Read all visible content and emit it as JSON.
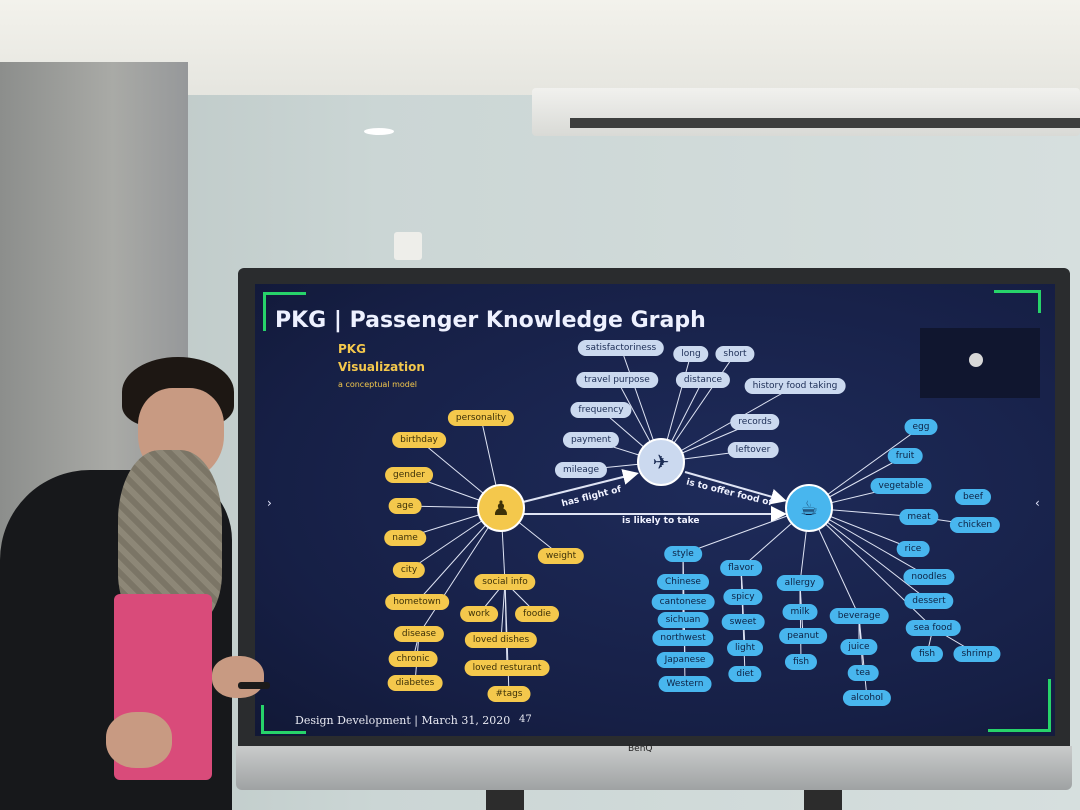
{
  "slide": {
    "title": "PKG | Passenger Knowledge Graph",
    "subtitle_line1": "PKG",
    "subtitle_line2": "Visualization",
    "subtitle_line3": "a conceptual model",
    "footer": "Design Development  |  March 31, 2020",
    "page_number": "47",
    "nav_prev": "‹",
    "nav_next": "‹"
  },
  "edge_labels": {
    "has_flight_of": "has flight of",
    "is_to_offer_food_of": "is to offer food of",
    "is_likely_to_take": "is likely to take"
  },
  "hubs": {
    "passenger_icon": "passenger-icon",
    "flight_icon": "airplane-icon",
    "food_icon": "food-drink-icon"
  },
  "passenger_nodes": [
    "personality",
    "birthday",
    "gender",
    "age",
    "name",
    "city",
    "hometown",
    "disease",
    "chronic",
    "diabetes",
    "weight",
    "social info",
    "work",
    "foodie",
    "loved dishes",
    "loved resturant",
    "#tags"
  ],
  "flight_nodes": [
    "satisfactoriness",
    "long",
    "short",
    "travel purpose",
    "distance",
    "history food taking",
    "frequency",
    "records",
    "payment",
    "leftover",
    "mileage"
  ],
  "food_nodes": [
    "egg",
    "fruit",
    "vegetable",
    "beef",
    "meat",
    "chicken",
    "rice",
    "noodles",
    "dessert",
    "sea food",
    "fish",
    "shrimp",
    "style",
    "Chinese",
    "cantonese",
    "sichuan",
    "northwest",
    "Japanese",
    "Western",
    "flavor",
    "spicy",
    "sweet",
    "light",
    "diet",
    "allergy",
    "milk",
    "peanut",
    "fish",
    "beverage",
    "juice",
    "tea",
    "alcohol"
  ],
  "colors": {
    "passenger": "#f4c84c",
    "flight": "#cbd9ef",
    "food": "#48b6ee",
    "background": "#161f45",
    "frame": "#27d36a"
  },
  "monitor_brand": "BenQ"
}
